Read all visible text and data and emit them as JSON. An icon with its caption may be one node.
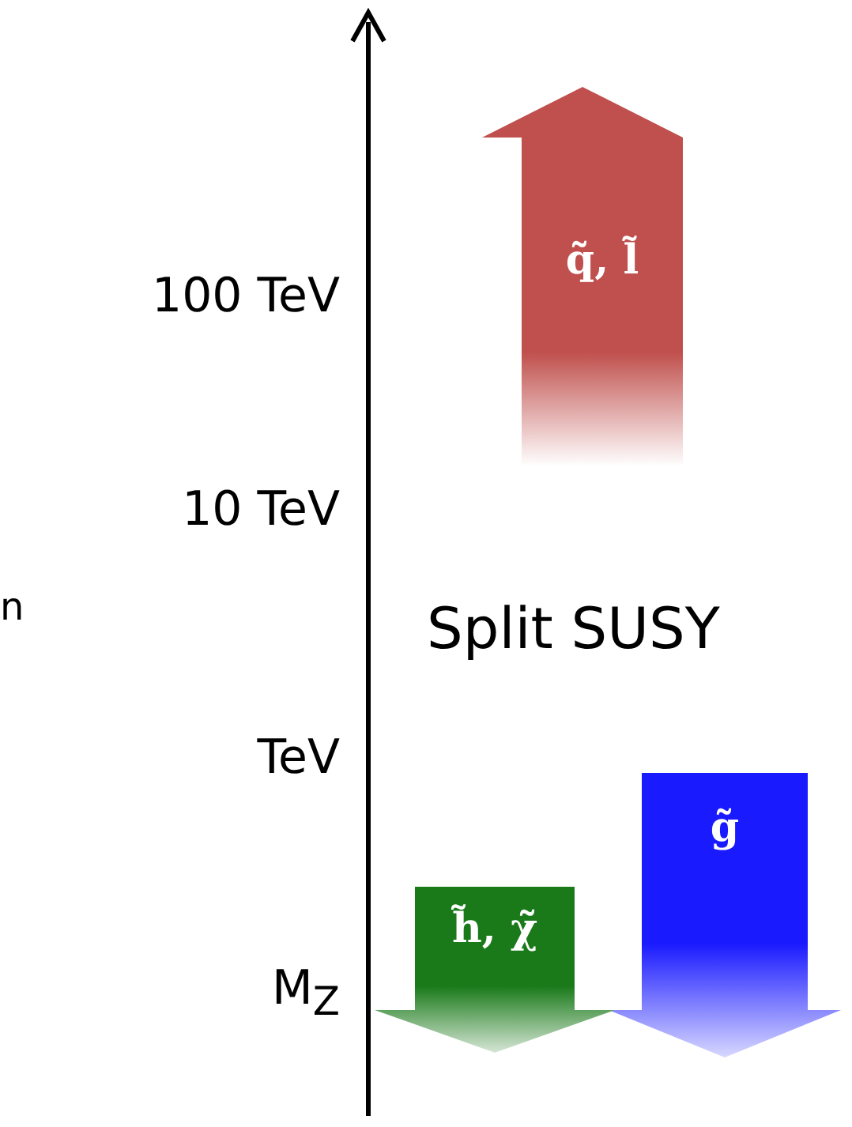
{
  "diagram": {
    "nodes": [
      {
        "text": [
          "q̃, l̃"
        ]
      },
      {
        "text": [
          "g̃"
        ]
      },
      {
        "text": [
          "h̃, χ̃"
        ]
      }
    ],
    "edges": [],
    "labels": [
      "100 TeV",
      "10 TeV",
      "n",
      "Split SUSY",
      "TeV",
      "M$_{Z}$"
    ]
  }
}
